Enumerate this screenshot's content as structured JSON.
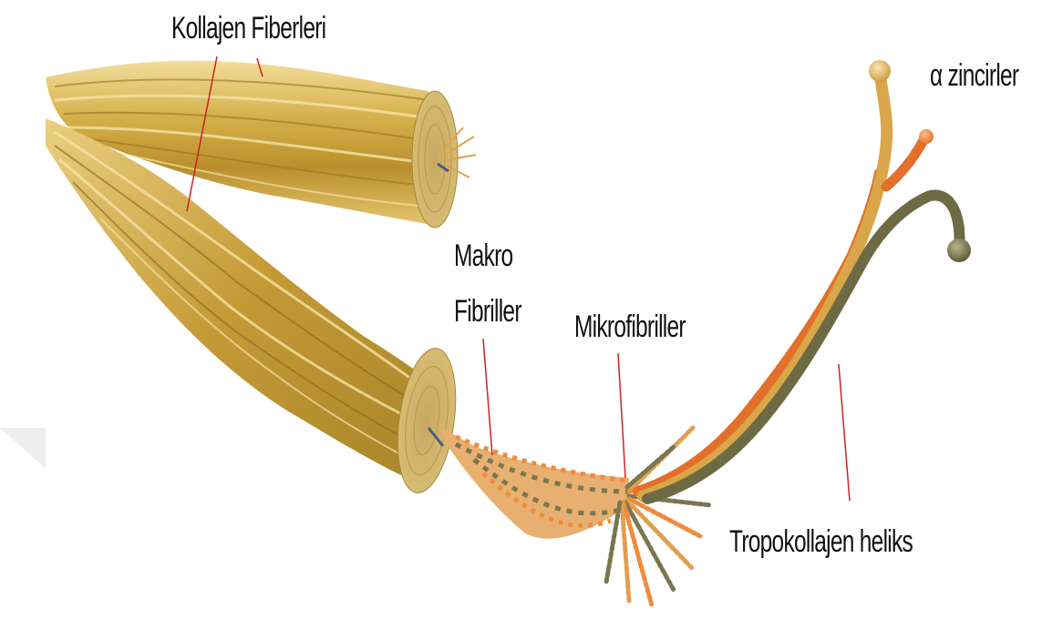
{
  "diagram": {
    "labels": {
      "kollajen_fiberleri": "Kollajen Fiberleri",
      "alpha_zincirler": "α zincirler",
      "makro_line1": "Makro",
      "makro_line2": "Fibriller",
      "mikrofibriller": "Mikrofibriller",
      "tropokollajen_heliks": "Tropokollajen heliks"
    },
    "colors": {
      "fiber_gold": "#c9a53a",
      "fiber_dark": "#8a6a1c",
      "fiber_light": "#f0d890",
      "chain_orange": "#f08a3c",
      "chain_tan": "#e0b050",
      "chain_olive": "#6e6a44",
      "leader_line": "#cc2222"
    }
  }
}
